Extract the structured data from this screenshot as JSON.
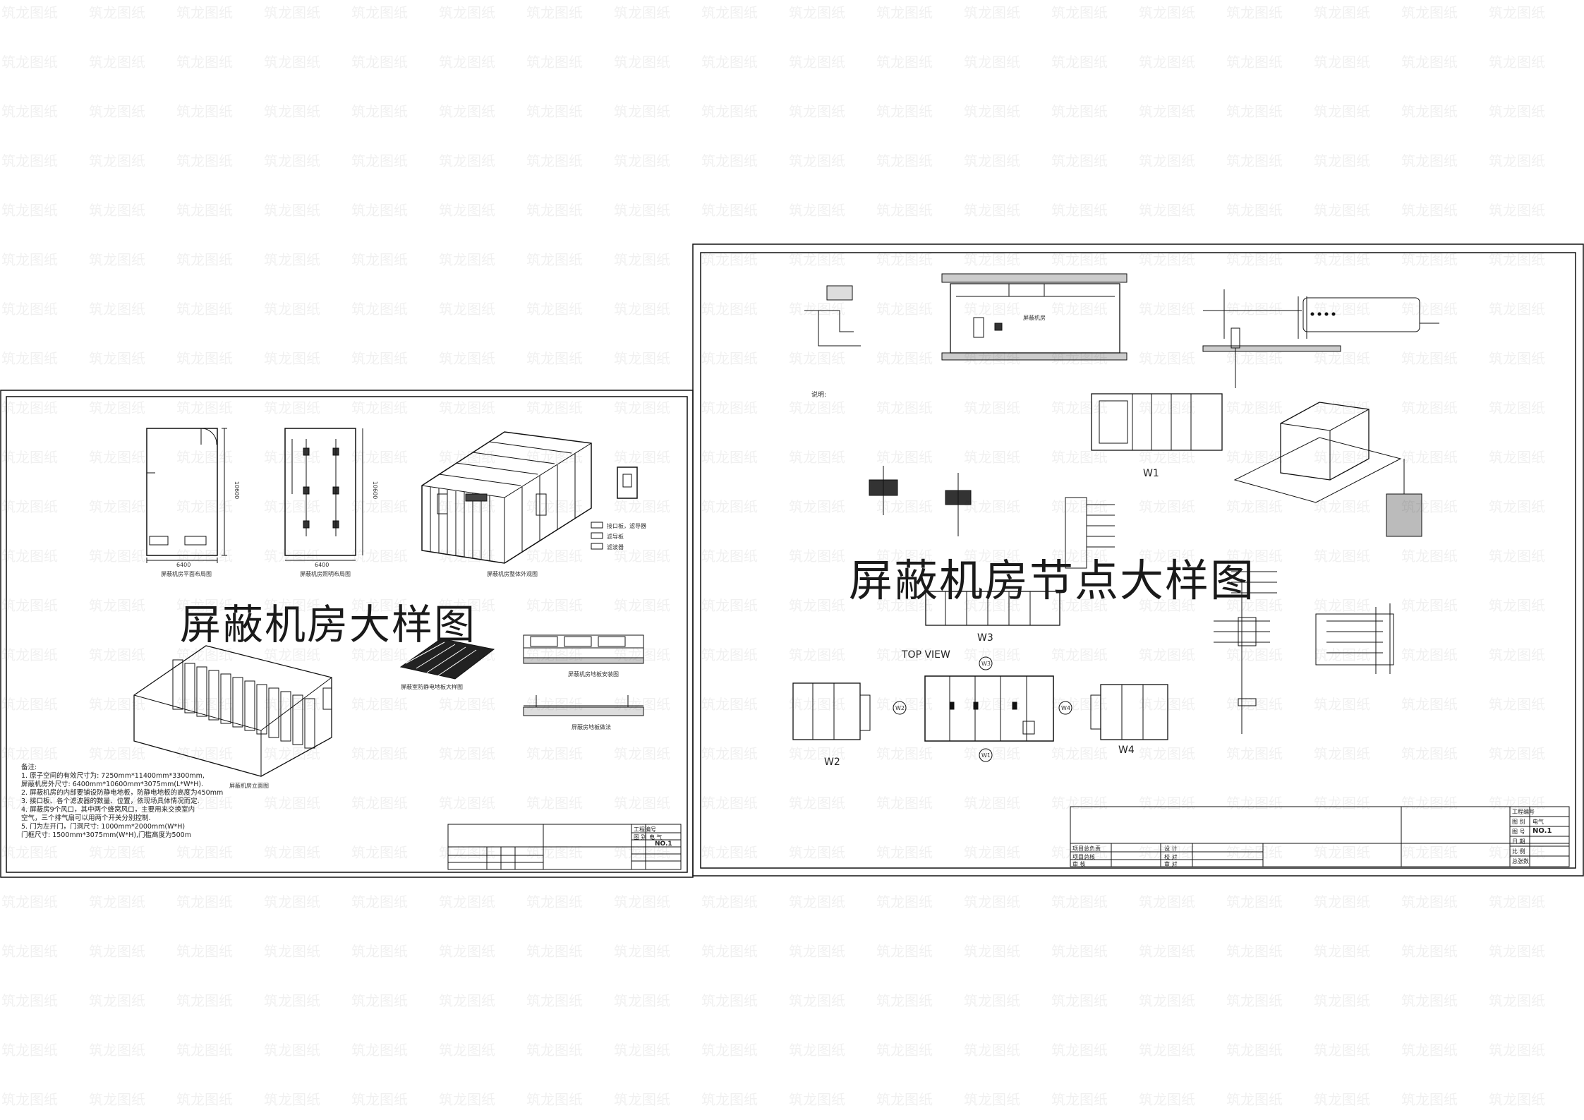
{
  "watermark": "筑龙图纸",
  "sheet_left": {
    "title": "屏蔽机房大样图",
    "views": {
      "plan_equipment": "屏蔽机房平面布局图",
      "plan_lighting": "屏蔽机房照明布局图",
      "isometric_shell": "屏蔽机房整体外观图",
      "room_iso": "屏蔽机房立面图",
      "floor_detail": "屏蔽室防静电地板大样图",
      "floor_install": "屏蔽机房地板安装图",
      "floor_section": "屏蔽房地板做法"
    },
    "dims": {
      "width_a": "6400",
      "width_b": "6400",
      "height_a": "10600",
      "height_b": "10600"
    },
    "notes_heading": "备注:",
    "notes": [
      "1. 原子空间的有效尺寸为: 7250mm*11400mm*3300mm,",
      "   屏蔽机房外尺寸: 6400mm*10600mm*3075mm(L*W*H).",
      "2. 屏蔽机房的内部要铺设防静电地板，防静电地板的高度为450mm",
      "3. 接口板、各个滤波器的数量、位置，依现场具体情况而定.",
      "4. 屏蔽房9个风口，其中两个蜂窝风口，主要用来交换室内",
      "   空气，三个排气扇可以用两个开关分别控制.",
      "5. 门为左开门，门洞尺寸: 1000mm*2000mm(W*H)",
      "   门框尺寸: 1500mm*3075mm(W*H),门槛高度为500m"
    ],
    "legend": [
      "接口板，滤导器",
      "滤导板",
      "滤波器"
    ],
    "title_block": {
      "number": "NO.1",
      "row1": "工程编号",
      "row2": "图 别",
      "row3": "电 气"
    }
  },
  "sheet_right": {
    "title": "屏蔽机房节点大样图",
    "top_view": "TOP VIEW",
    "walls": [
      "W1",
      "W2",
      "W3",
      "W4"
    ],
    "notes_heading": "说明:",
    "center_label": "屏蔽机房",
    "title_block": {
      "number": "NO.1",
      "labels": [
        "工程编号",
        "图 别",
        "图 号",
        "日 期",
        "比 例",
        "总张数"
      ],
      "values": [
        "电气",
        "NO.1"
      ],
      "bottom": [
        "项目总负责",
        "设 计",
        "项目总核",
        "校 对",
        "审 核",
        "审 对"
      ]
    }
  }
}
